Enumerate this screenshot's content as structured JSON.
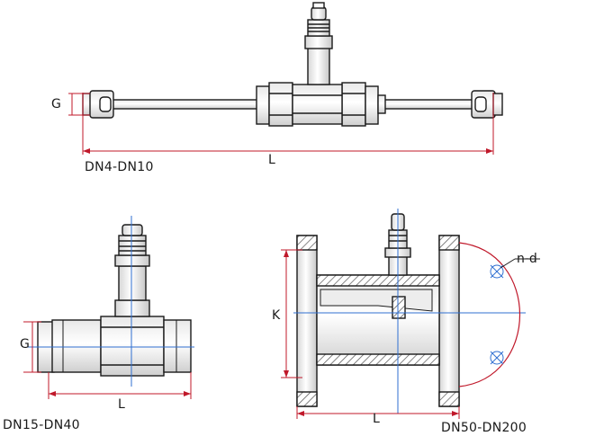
{
  "labels": {
    "small_meter_caption": "DN4-DN10",
    "small_meter_height": "G",
    "small_meter_length": "L",
    "mid_meter_caption": "DN15-DN40",
    "mid_meter_height": "G",
    "mid_meter_length": "L",
    "flanged_meter_caption": "DN50-DN200",
    "flanged_meter_height": "K",
    "flanged_meter_length": "L",
    "flanged_meter_bolts": "n-d"
  },
  "colors": {
    "outline": "#1a1a1a",
    "dimension_line": "#c0182a",
    "centerline": "#2f6fd1",
    "shade": "#cfcfcf",
    "hatch": "#555555"
  }
}
